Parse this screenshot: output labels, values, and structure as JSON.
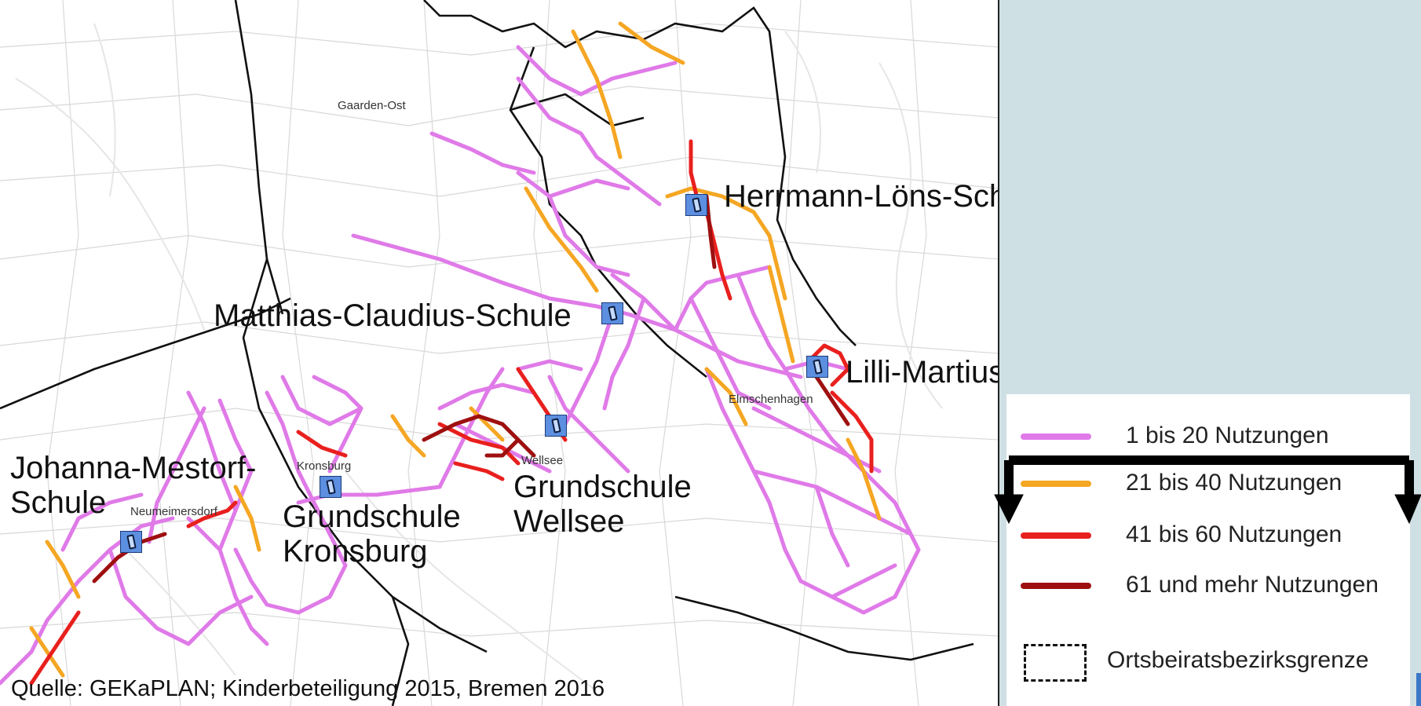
{
  "map": {
    "place_labels": [
      "Gaarden-Ost",
      "Elmschenhagen",
      "Wellsee",
      "Kronsburg",
      "Neumeimersdorf"
    ],
    "schools": [
      {
        "label": "Herrmann-Löns-Schule"
      },
      {
        "label": "Matthias-Claudius-Schule"
      },
      {
        "label": "Lilli-Martius-Schule"
      },
      {
        "label_line1": "Johanna-Mestorf-",
        "label_line2": "Schule"
      },
      {
        "label_line1": "Grundschule",
        "label_line2": "Kronsburg"
      },
      {
        "label_line1": "Grundschule",
        "label_line2": "Wellsee"
      }
    ],
    "source": "Quelle: GEKaPLAN; Kinderbeteiligung 2015, Bremen 2016",
    "icon": "school-symbol-icon"
  },
  "legend": {
    "items": [
      {
        "label": "1  bis 20  Nutzungen",
        "color": "#e07ae8"
      },
      {
        "label": "21 bis 40 Nutzungen",
        "color": "#f5a623"
      },
      {
        "label": "41 bis 60 Nutzungen",
        "color": "#e8201e"
      },
      {
        "label": "61 und mehr Nutzungen",
        "color": "#9e1010"
      }
    ],
    "boundary_label": "Ortsbeiratsbezirksgrenze"
  },
  "colors": {
    "background": "#cfe0e4",
    "boundary": "#111111"
  }
}
